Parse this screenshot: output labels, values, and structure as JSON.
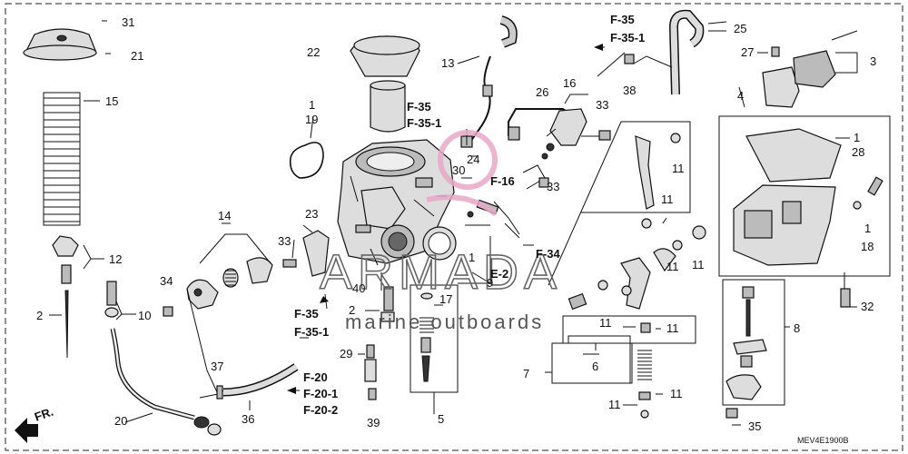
{
  "diagram": {
    "frame_code": "MEV4E1900B",
    "direction_mark": "FR.",
    "watermark": {
      "brand": "ARMADA",
      "tagline": "marine outboards",
      "accent_color": "#e8a8c8"
    }
  },
  "callouts": {
    "n1a": "1",
    "n1b": "1",
    "n1c": "1",
    "n1d": "1",
    "n2a": "2",
    "n2b": "2",
    "n3": "3",
    "n4": "4",
    "n5": "5",
    "n6": "6",
    "n7": "7",
    "n8": "8",
    "n9": "9",
    "n10": "10",
    "n11a": "11",
    "n11b": "11",
    "n11c": "11",
    "n11d": "11",
    "n11e": "11",
    "n11f": "11",
    "n11g": "11",
    "n11h": "11",
    "n12": "12",
    "n13": "13",
    "n14": "14",
    "n15": "15",
    "n16": "16",
    "n17": "17",
    "n18": "18",
    "n19": "19",
    "n20": "20",
    "n21": "21",
    "n22": "22",
    "n23": "23",
    "n24": "24",
    "n25": "25",
    "n26": "26",
    "n27": "27",
    "n28": "28",
    "n29": "29",
    "n30": "30",
    "n31": "31",
    "n32": "32",
    "n33a": "33",
    "n33b": "33",
    "n33c": "33",
    "n34": "34",
    "n35": "35",
    "n36": "36",
    "n37": "37",
    "n38": "38",
    "n39": "39",
    "n40": "40"
  },
  "references": {
    "f35_top": "F-35",
    "f351_top": "F-35-1",
    "f35_mid": "F-35",
    "f351_mid": "F-35-1",
    "f35_low": "F-35",
    "f351_low": "F-35-1",
    "f16": "F-16",
    "f34": "F-34",
    "e2": "E-2",
    "f20": "F-20",
    "f201": "F-20-1",
    "f202": "F-20-2"
  }
}
